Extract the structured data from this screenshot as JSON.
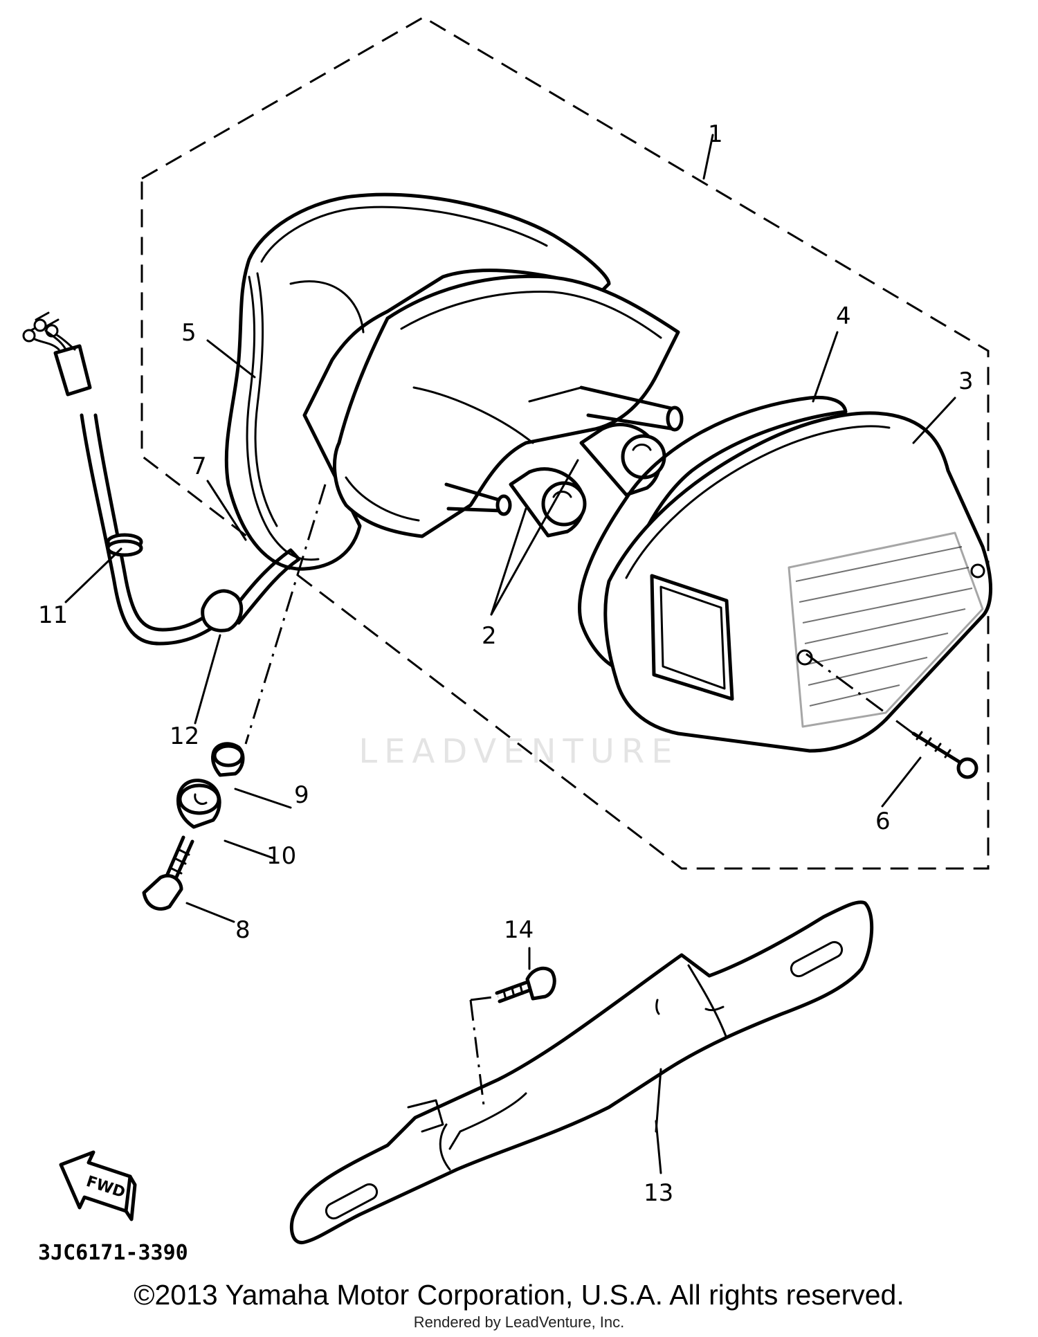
{
  "diagram": {
    "part_number": "3JC6171-3390",
    "direction_label": "FWD",
    "callouts": [
      "1",
      "2",
      "3",
      "4",
      "5",
      "6",
      "7",
      "8",
      "9",
      "10",
      "11",
      "12",
      "13",
      "14"
    ]
  },
  "watermark": {
    "text": "LEADVENTURE"
  },
  "footer": {
    "copyright": "©2013 Yamaha Motor Corporation, U.S.A. All rights reserved.",
    "rendered_by": "Rendered by LeadVenture, Inc."
  }
}
